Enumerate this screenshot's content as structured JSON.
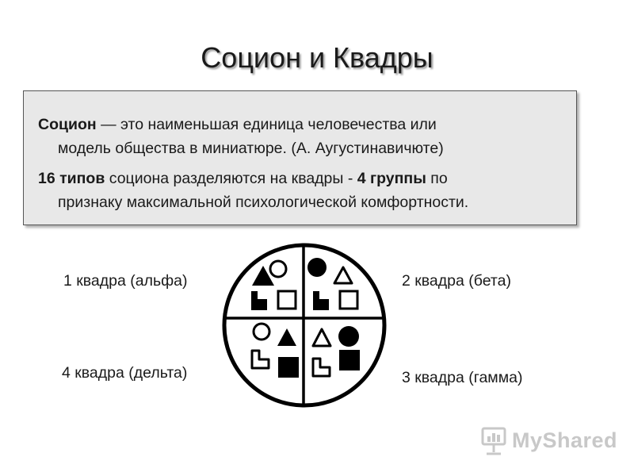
{
  "title": "Социон и Квадры",
  "info": {
    "p1_term": "Социон",
    "p1_line1_rest": " — это наименьшая единица человечества или",
    "p1_line2": "модель общества в миниатюре. (А. Аугустинавичюте)",
    "p2_bold1": "16 типов",
    "p2_mid": " социона разделяются на квадры - ",
    "p2_bold2": "4 группы",
    "p2_end": " по",
    "p2_line2": "признаку максимальной психологической комфортности."
  },
  "quadras": {
    "q1": "1 квадра (альфа)",
    "q2": "2 квадра (бета)",
    "q3": "3 квадра (гамма)",
    "q4": "4 квадра (дельта)"
  },
  "logo": {
    "text": "MyShared"
  }
}
